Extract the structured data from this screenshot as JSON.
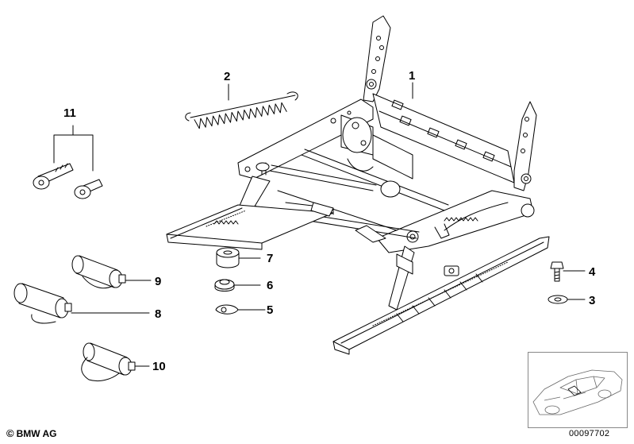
{
  "diagram": {
    "callouts": [
      "1",
      "2",
      "3",
      "4",
      "5",
      "6",
      "7",
      "8",
      "9",
      "10",
      "11"
    ]
  },
  "footer": {
    "copyright": "BMW AG",
    "document_number": "00097702"
  },
  "icons": {
    "copyright_symbol": "copyright-icon",
    "thumbnail": "car-thumbnail-icon"
  }
}
